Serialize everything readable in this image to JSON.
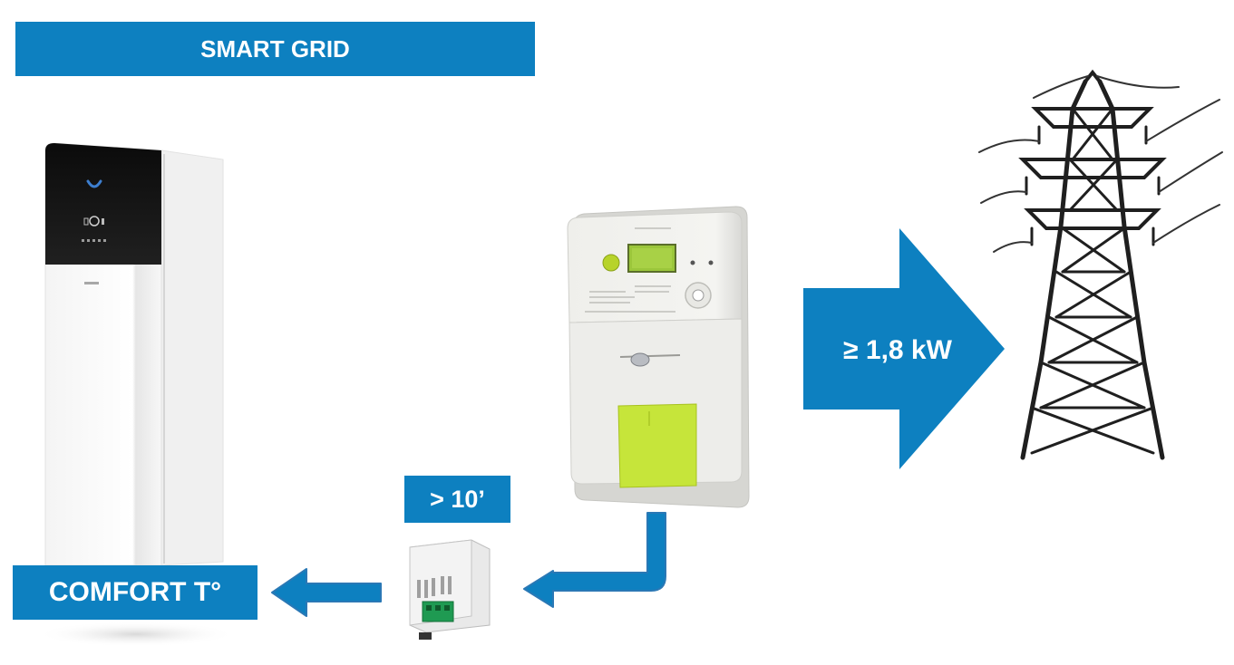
{
  "title": "SMART GRID",
  "power_label": "≥ 1,8 kW",
  "delay_label": "> 10’",
  "comfort_label": "COMFORT T°",
  "colors": {
    "accent_blue": "#0d80c0",
    "meter_green": "#c5e33c",
    "heat_pump_panel": "#151515",
    "pylon": "#222222"
  },
  "icons": {
    "heat_pump": "heat-pump-unit",
    "smart_meter": "electricity-meter",
    "relay": "din-rail-relay-module",
    "pylon": "power-transmission-tower"
  }
}
